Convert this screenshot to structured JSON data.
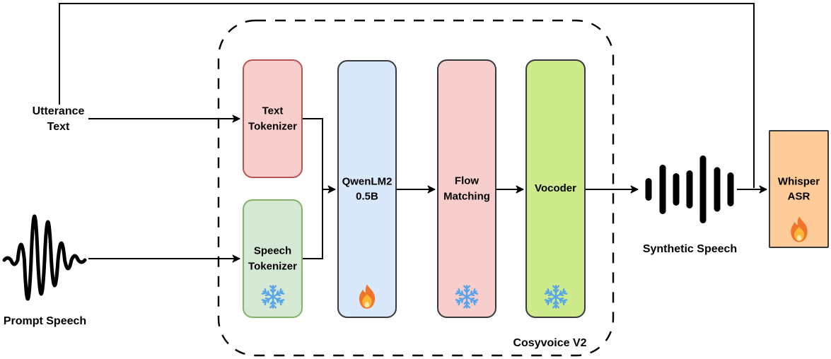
{
  "external_labels": {
    "utterance_text": {
      "line1": "Utterance",
      "line2": "Text"
    },
    "prompt_speech": "Prompt Speech",
    "synthetic_speech": "Synthetic Speech",
    "container_label": "Cosyvoice V2"
  },
  "nodes": {
    "text_tokenizer": {
      "line1": "Text",
      "line2": "Tokenizer",
      "fill": "#f8cecc",
      "border": "#b85450",
      "icon": "none"
    },
    "speech_tokenizer": {
      "line1": "Speech",
      "line2": "Tokenizer",
      "fill": "#d5e8d4",
      "border": "#82b366",
      "icon": "snowflake-icon"
    },
    "qwen_lm": {
      "line1": "QwenLM2",
      "line2": "0.5B",
      "fill": "#dae8fc",
      "border": "#36393d",
      "icon": "fire-icon"
    },
    "flow_matching": {
      "line1": "Flow",
      "line2": "Matching",
      "fill": "#f8cecc",
      "border": "#36393d",
      "icon": "snowflake-icon"
    },
    "vocoder": {
      "line1": "Vocoder",
      "fill": "#cdeb8b",
      "border": "#36393d",
      "icon": "snowflake-icon"
    },
    "whisper_asr": {
      "line1": "Whisper",
      "line2": "ASR",
      "fill": "#ffcc99",
      "border": "#36393d",
      "icon": "fire-icon"
    }
  },
  "colors": {
    "snowflake_blue": "#57a4ea",
    "flame_orange": "#f0742a",
    "flame_yellow": "#fcb738",
    "line_black": "#000000",
    "background": "#ffffff"
  },
  "flow": {
    "connections": [
      "Utterance Text -> Text Tokenizer",
      "Prompt Speech -> Speech Tokenizer",
      "Text Tokenizer -> QwenLM2 0.5B",
      "Speech Tokenizer -> QwenLM2 0.5B",
      "QwenLM2 0.5B -> Flow Matching",
      "Flow Matching -> Vocoder",
      "Vocoder -> Synthetic Speech",
      "Synthetic Speech -> Whisper ASR",
      "Utterance Text -> Whisper ASR"
    ]
  }
}
